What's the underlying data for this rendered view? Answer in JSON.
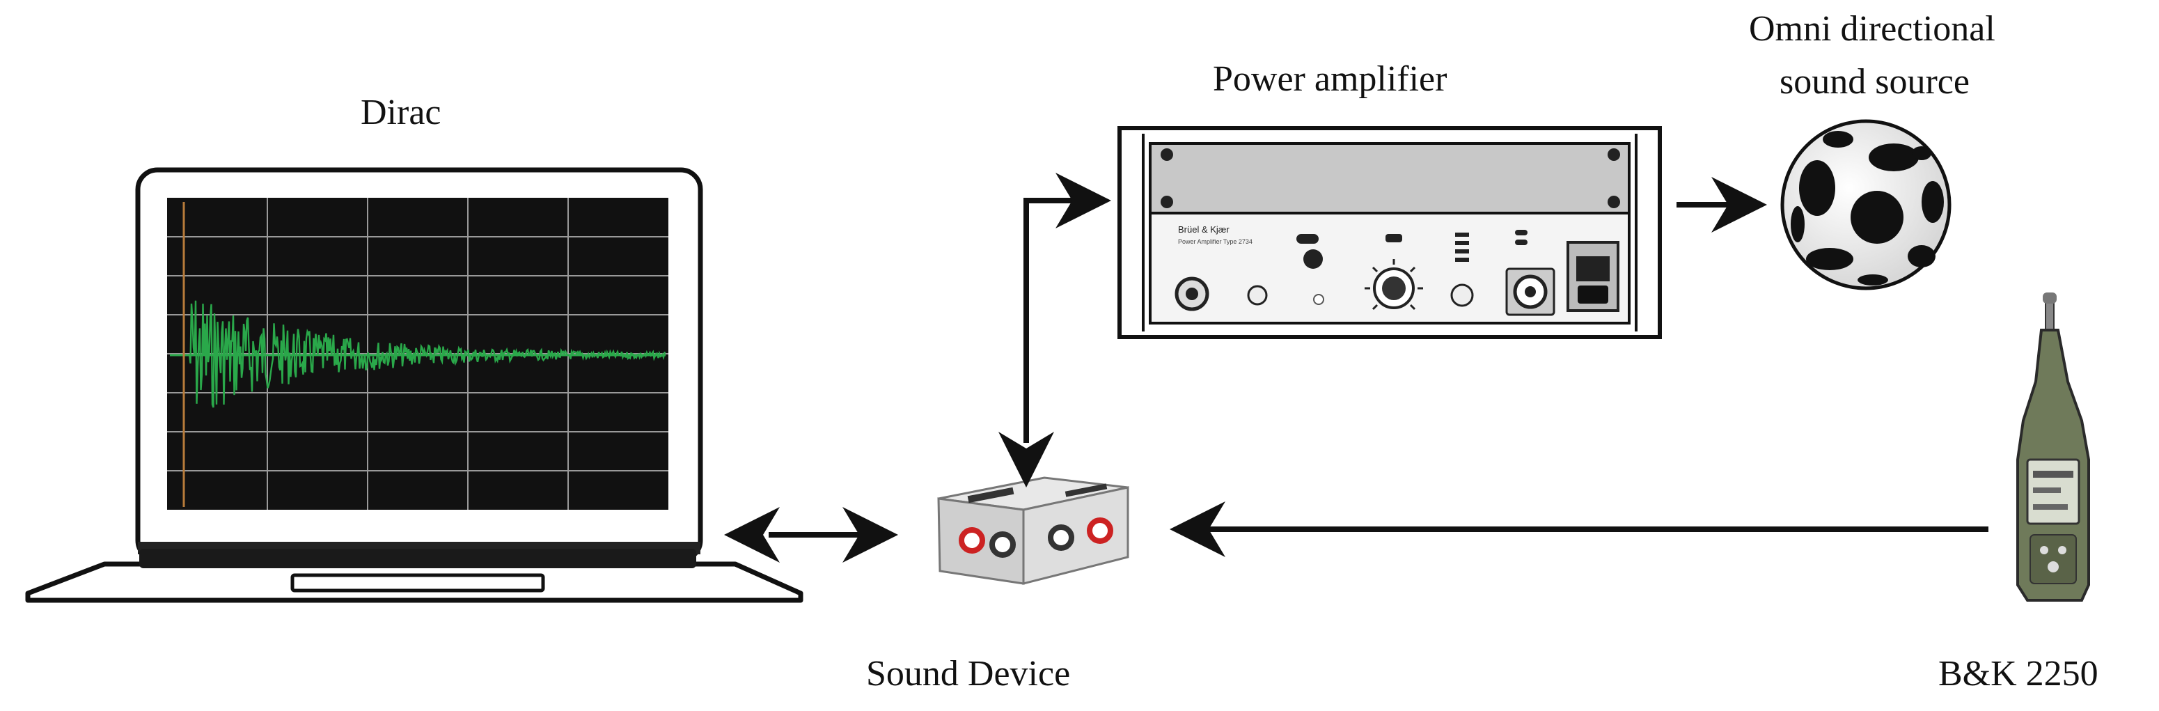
{
  "labels": {
    "laptop": "Dirac",
    "amplifier": "Power amplifier",
    "speaker_line1": "Omni directional",
    "speaker_line2": "sound source",
    "sound_device": "Sound Device",
    "meter": "B&K 2250"
  },
  "devices": {
    "amplifier_brand": "Brüel & Kjær",
    "amplifier_model": "Power Amplifier Type 2734"
  },
  "colors": {
    "signal_trace": "#2aa84a",
    "screen_background": "#111111",
    "screen_grid": "#9a9a9a",
    "meter_body": "#6f7a5a",
    "connector_red": "#cc2222"
  }
}
